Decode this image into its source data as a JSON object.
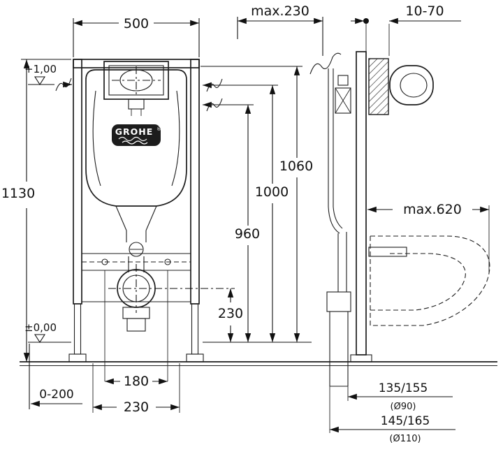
{
  "brand": {
    "name": "GROHE",
    "registered": "®"
  },
  "dims": {
    "width_500": "500",
    "max_230": "max.230",
    "range_10_70": "10-70",
    "level_plus": "+1,00",
    "height_1130": "1130",
    "height_1060": "1060",
    "height_1000": "1000",
    "height_960": "960",
    "height_230": "230",
    "max_620": "max.620",
    "level_zero": "±0,00",
    "range_0_200": "0-200",
    "width_180": "180",
    "width_230": "230",
    "outlet_small": "135/155",
    "outlet_small_dia": "(Ø90)",
    "outlet_large": "145/165",
    "outlet_large_dia": "(Ø110)"
  }
}
